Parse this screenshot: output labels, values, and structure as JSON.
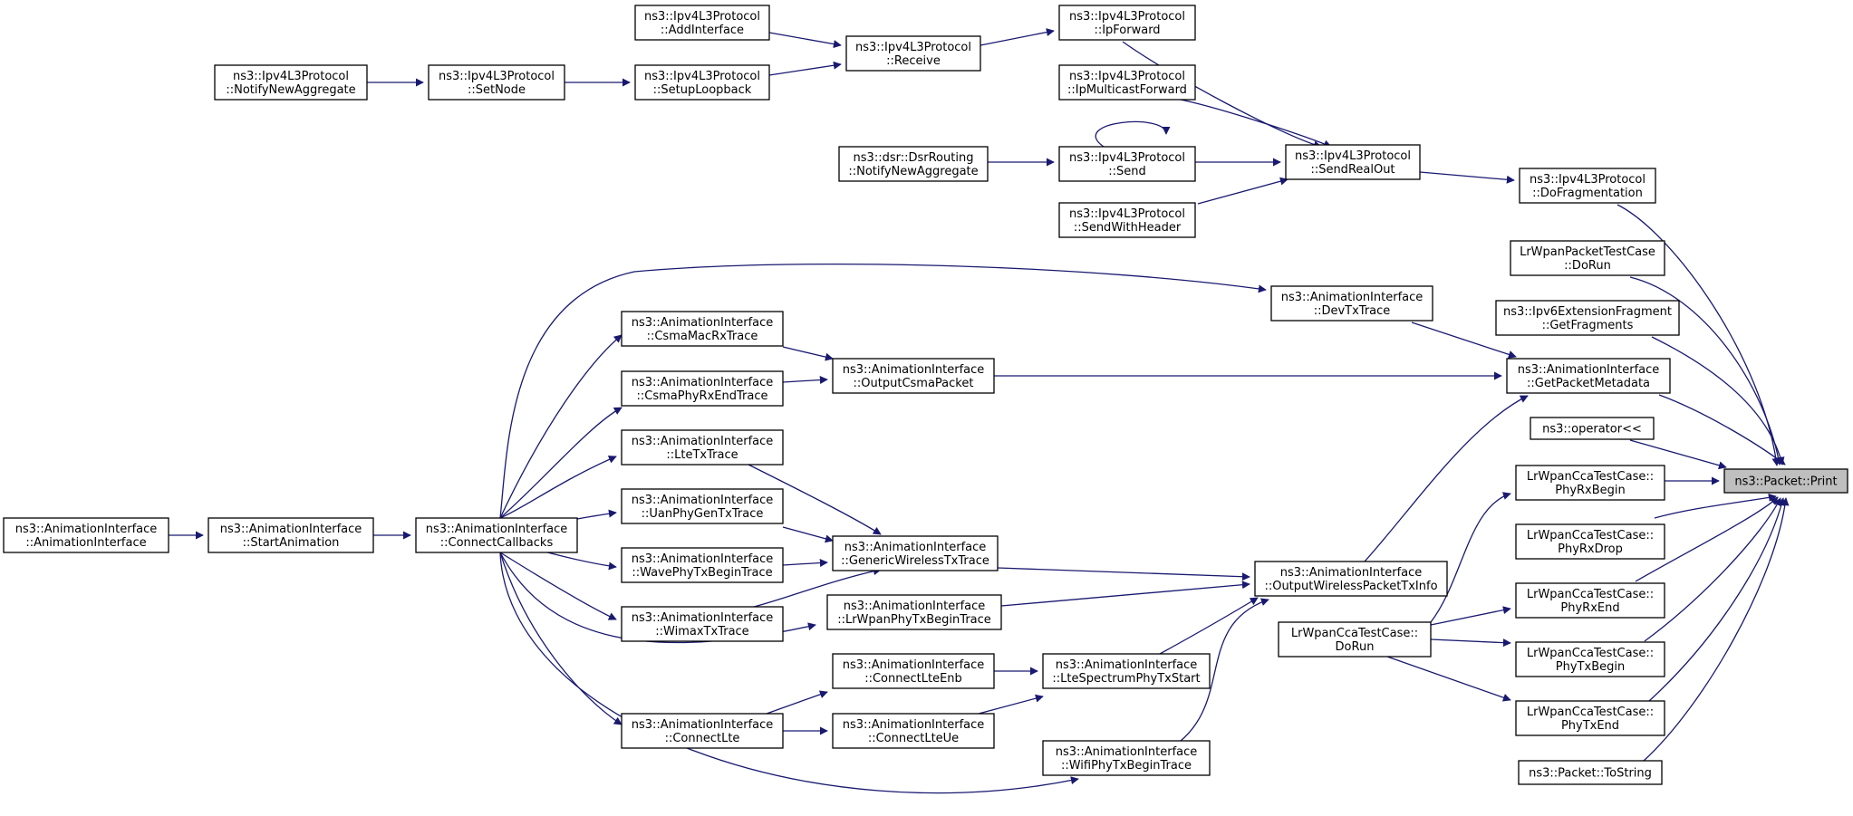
{
  "diagram": {
    "colors": {
      "edge": "#191970",
      "node_border": "#000000",
      "root_fill": "#bfbfbf",
      "node_fill": "#ffffff"
    },
    "nodes": [
      {
        "id": "n1",
        "lines": [
          "ns3::Packet::Print"
        ],
        "root": true
      },
      {
        "id": "n2",
        "lines": [
          "ns3::Ipv4L3Protocol",
          "::DoFragmentation"
        ]
      },
      {
        "id": "n3",
        "lines": [
          "ns3::Ipv4L3Protocol",
          "::SendRealOut"
        ]
      },
      {
        "id": "n4",
        "lines": [
          "ns3::Ipv4L3Protocol",
          "::IpForward"
        ]
      },
      {
        "id": "n5",
        "lines": [
          "ns3::Ipv4L3Protocol",
          "::Receive"
        ]
      },
      {
        "id": "n6",
        "lines": [
          "ns3::Ipv4L3Protocol",
          "::AddInterface"
        ]
      },
      {
        "id": "n7",
        "lines": [
          "ns3::Ipv4L3Protocol",
          "::SetupLoopback"
        ]
      },
      {
        "id": "n8",
        "lines": [
          "ns3::Ipv4L3Protocol",
          "::SetNode"
        ]
      },
      {
        "id": "n9",
        "lines": [
          "ns3::Ipv4L3Protocol",
          "::NotifyNewAggregate"
        ]
      },
      {
        "id": "n10",
        "lines": [
          "ns3::Ipv4L3Protocol",
          "::IpMulticastForward"
        ]
      },
      {
        "id": "n11",
        "lines": [
          "ns3::Ipv4L3Protocol",
          "::Send"
        ]
      },
      {
        "id": "n12",
        "lines": [
          "ns3::dsr::DsrRouting",
          "::NotifyNewAggregate"
        ]
      },
      {
        "id": "n13",
        "lines": [
          "ns3::Ipv4L3Protocol",
          "::SendWithHeader"
        ]
      },
      {
        "id": "n14",
        "lines": [
          "LrWpanPacketTestCase",
          "::DoRun"
        ]
      },
      {
        "id": "n15",
        "lines": [
          "ns3::Ipv6ExtensionFragment",
          "::GetFragments"
        ]
      },
      {
        "id": "n16",
        "lines": [
          "ns3::AnimationInterface",
          "::GetPacketMetadata"
        ]
      },
      {
        "id": "n17",
        "lines": [
          "ns3::AnimationInterface",
          "::DevTxTrace"
        ]
      },
      {
        "id": "n18",
        "lines": [
          "ns3::AnimationInterface",
          "::ConnectCallbacks"
        ]
      },
      {
        "id": "n19",
        "lines": [
          "ns3::AnimationInterface",
          "::StartAnimation"
        ]
      },
      {
        "id": "n20",
        "lines": [
          "ns3::AnimationInterface",
          "::AnimationInterface"
        ]
      },
      {
        "id": "n21",
        "lines": [
          "ns3::AnimationInterface",
          "::OutputCsmaPacket"
        ]
      },
      {
        "id": "n22",
        "lines": [
          "ns3::AnimationInterface",
          "::CsmaMacRxTrace"
        ]
      },
      {
        "id": "n23",
        "lines": [
          "ns3::AnimationInterface",
          "::CsmaPhyRxEndTrace"
        ]
      },
      {
        "id": "n24",
        "lines": [
          "ns3::AnimationInterface",
          "::OutputWirelessPacketTxInfo"
        ]
      },
      {
        "id": "n25",
        "lines": [
          "ns3::AnimationInterface",
          "::GenericWirelessTxTrace"
        ]
      },
      {
        "id": "n26",
        "lines": [
          "ns3::AnimationInterface",
          "::LteTxTrace"
        ]
      },
      {
        "id": "n27",
        "lines": [
          "ns3::AnimationInterface",
          "::UanPhyGenTxTrace"
        ]
      },
      {
        "id": "n28",
        "lines": [
          "ns3::AnimationInterface",
          "::WavePhyTxBeginTrace"
        ]
      },
      {
        "id": "n29",
        "lines": [
          "ns3::AnimationInterface",
          "::WimaxTxTrace"
        ]
      },
      {
        "id": "n30",
        "lines": [
          "ns3::AnimationInterface",
          "::LrWpanPhyTxBeginTrace"
        ]
      },
      {
        "id": "n31",
        "lines": [
          "ns3::AnimationInterface",
          "::LteSpectrumPhyTxStart"
        ]
      },
      {
        "id": "n32",
        "lines": [
          "ns3::AnimationInterface",
          "::ConnectLteEnb"
        ]
      },
      {
        "id": "n33",
        "lines": [
          "ns3::AnimationInterface",
          "::ConnectLte"
        ]
      },
      {
        "id": "n34",
        "lines": [
          "ns3::AnimationInterface",
          "::ConnectLteUe"
        ]
      },
      {
        "id": "n35",
        "lines": [
          "ns3::AnimationInterface",
          "::WifiPhyTxBeginTrace"
        ]
      },
      {
        "id": "n36",
        "lines": [
          "ns3::operator<<"
        ]
      },
      {
        "id": "n37",
        "lines": [
          "LrWpanCcaTestCase::",
          "PhyRxBegin"
        ]
      },
      {
        "id": "n38",
        "lines": [
          "LrWpanCcaTestCase::",
          "DoRun"
        ]
      },
      {
        "id": "n39",
        "lines": [
          "LrWpanCcaTestCase::",
          "PhyRxDrop"
        ]
      },
      {
        "id": "n40",
        "lines": [
          "LrWpanCcaTestCase::",
          "PhyRxEnd"
        ]
      },
      {
        "id": "n41",
        "lines": [
          "LrWpanCcaTestCase::",
          "PhyTxBegin"
        ]
      },
      {
        "id": "n42",
        "lines": [
          "LrWpanCcaTestCase::",
          "PhyTxEnd"
        ]
      },
      {
        "id": "n43",
        "lines": [
          "ns3::Packet::ToString"
        ]
      }
    ]
  }
}
